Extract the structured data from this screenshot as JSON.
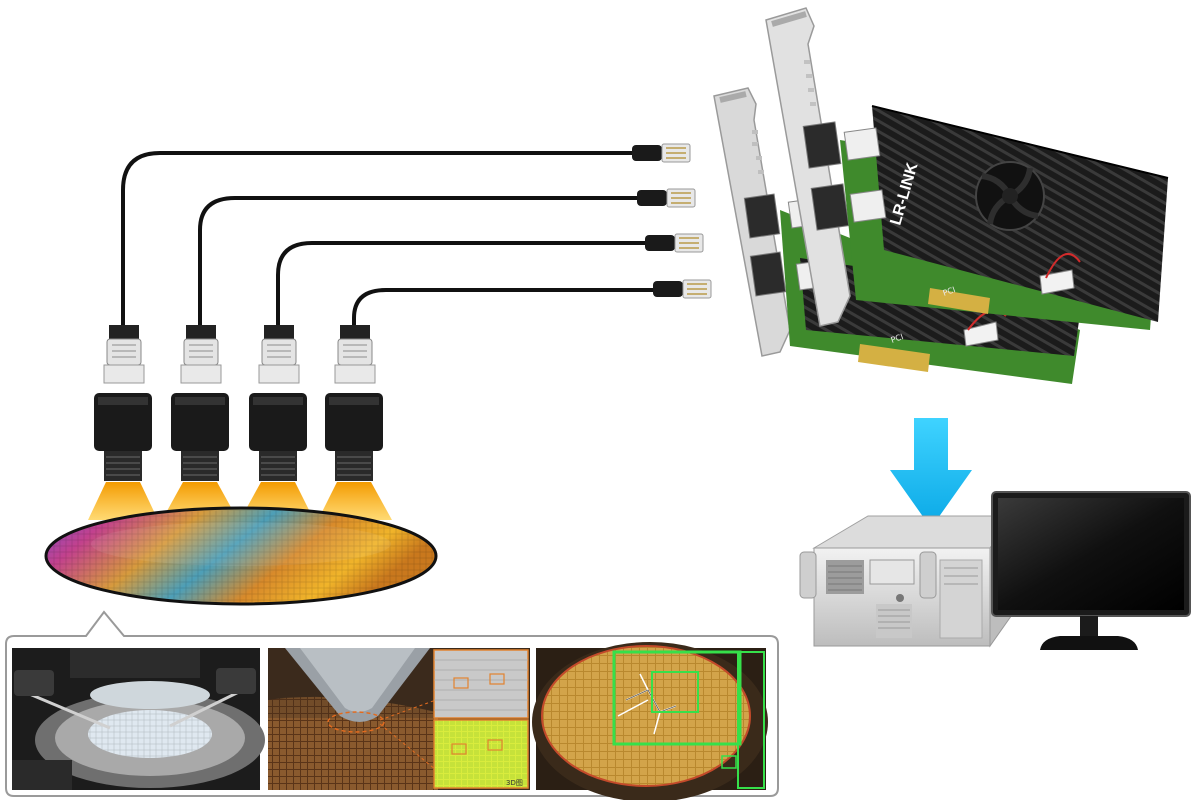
{
  "diagram": {
    "nic_brand": "LR-LINK",
    "pcie_mark": "PCI",
    "inset_labels": [
      "",
      "3D图"
    ],
    "colors": {
      "cable": "#111111",
      "light_cone": "#f7a800",
      "arrow": "#19c3f5",
      "card_pcb": "#3f8a2c",
      "bracket": "#d9d9d9",
      "heatsink": "#151515",
      "callout_border": "#9a9a9a",
      "defect_box": "#36e04a",
      "roi_box": "#e2832f"
    },
    "icons": [
      "camera-icon",
      "rj45-plug-icon",
      "network-card-icon",
      "industrial-pc-icon",
      "monitor-icon",
      "down-arrow-icon"
    ]
  }
}
